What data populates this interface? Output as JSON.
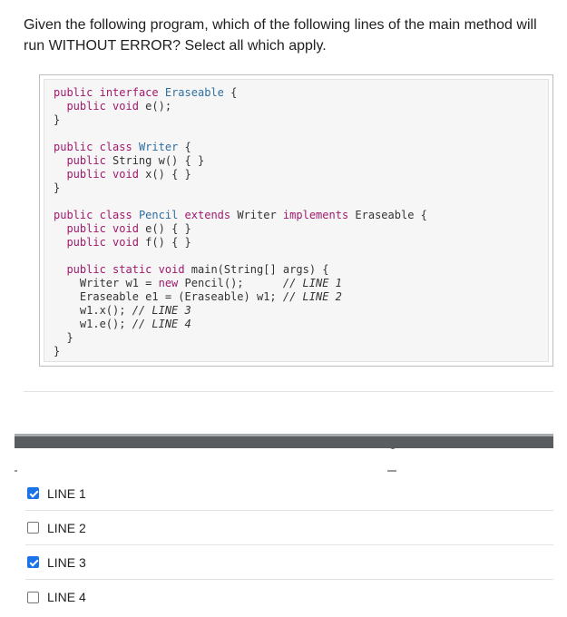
{
  "question": {
    "text": "Given the following program, which of the following lines of the main method will run WITHOUT ERROR? Select all which apply."
  },
  "code": {
    "lines": [
      "public interface Eraseable {",
      "  public void e();",
      "}",
      "",
      "public class Writer {",
      "  public String w() { }",
      "  public void x() { }",
      "}",
      "",
      "public class Pencil extends Writer implements Eraseable {",
      "  public void e() { }",
      "  public void f() { }",
      "",
      "  public static void main(String[] args) {",
      "    Writer w1 = new Pencil();      // LINE 1",
      "    Eraseable e1 = (Eraseable) w1; // LINE 2",
      "    w1.x(); // LINE 3",
      "    w1.e(); // LINE 4",
      "  }",
      "}"
    ]
  },
  "options": [
    {
      "label": "LINE 1",
      "checked": true
    },
    {
      "label": "LINE 2",
      "checked": false
    },
    {
      "label": "LINE 3",
      "checked": true
    },
    {
      "label": "LINE 4",
      "checked": false
    }
  ],
  "colors": {
    "checkbox_checked": "#1a73e8",
    "keyword": "#a01a6d",
    "type": "#2f6fa0"
  }
}
